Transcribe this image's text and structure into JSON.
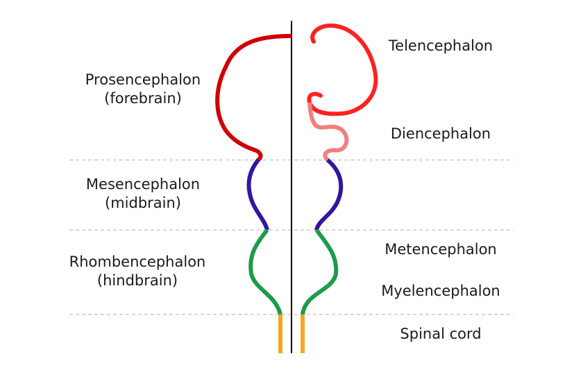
{
  "labels": {
    "prosencephalon": {
      "line1": "Prosencephalon",
      "line2": "(forebrain)"
    },
    "mesencephalon": {
      "line1": "Mesencephalon",
      "line2": "(midbrain)"
    },
    "rhombencephalon": {
      "line1": "Rhombencephalon",
      "line2": "(hindbrain)"
    },
    "telencephalon": "Telencephalon",
    "diencephalon": "Diencephalon",
    "metencephalon": "Metencephalon",
    "myelencephalon": "Myelencephalon",
    "spinal_cord": "Spinal cord"
  },
  "colors": {
    "prosencephalon": "#cc0000",
    "telencephalon": "#ff2222",
    "diencephalon": "#f08080",
    "mesencephalon": "#33169c",
    "rhombencephalon": "#1f9a4a",
    "spinal_cord": "#f5a623",
    "divider": "#b0b0b0",
    "midline": "#000000"
  }
}
